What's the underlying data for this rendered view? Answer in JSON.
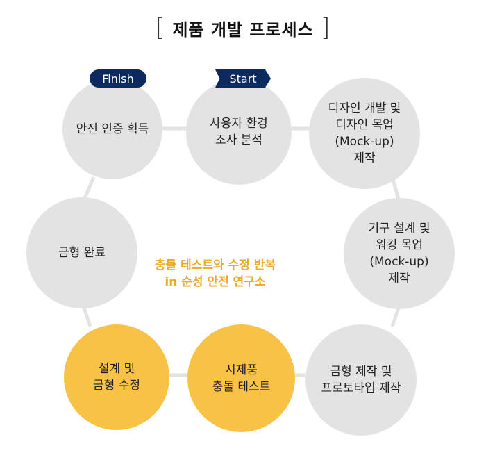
{
  "title": "제품 개발 프로세스",
  "badges": {
    "finish": "Finish",
    "start": "Start"
  },
  "nodes": [
    {
      "id": "survey",
      "label": "사용자 환경\n조사 분석"
    },
    {
      "id": "design-mockup",
      "label": "디자인 개발 및\n디자인 목업\n(Mock-up)\n제작"
    },
    {
      "id": "mech-mockup",
      "label": "기구 설계 및\n워킹 목업\n(Mock-up)\n제작"
    },
    {
      "id": "mold-proto",
      "label": "금형 제작 및\n프로토타입 제작"
    },
    {
      "id": "prototype-test",
      "label": "시제품\n충돌 테스트"
    },
    {
      "id": "design-fix",
      "label": "설계 및\n금형 수정"
    },
    {
      "id": "mold-done",
      "label": "금형 완료"
    },
    {
      "id": "safety-cert",
      "label": "안전 인증 획득"
    }
  ],
  "center_text": "충돌 테스트와 수정 반복\nin 순성 안전 연구소",
  "colors": {
    "gray": "#e3e3e3",
    "gold": "#f8c246",
    "navy": "#0d2a5e",
    "accent_text": "#eda92a"
  }
}
